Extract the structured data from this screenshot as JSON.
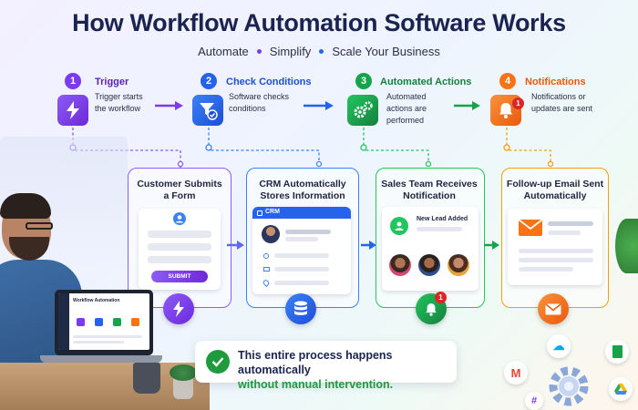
{
  "title": "How Workflow Automation Software Works",
  "subtitle": {
    "items": [
      "Automate",
      "Simplify",
      "Scale Your Business"
    ],
    "dot_colors": [
      "#7c3aed",
      "#2563eb",
      "#16a34a"
    ]
  },
  "steps": [
    {
      "number": "1",
      "title": "Trigger",
      "desc": "Trigger starts the workflow",
      "color": "#7c3aed",
      "icon": "lightning-icon"
    },
    {
      "number": "2",
      "title": "Check Conditions",
      "desc": "Software checks conditions",
      "color": "#2563eb",
      "icon": "filter-check-icon"
    },
    {
      "number": "3",
      "title": "Automated Actions",
      "desc": "Automated actions are performed",
      "color": "#16a34a",
      "icon": "gears-icon"
    },
    {
      "number": "4",
      "title": "Notifications",
      "desc": "Notifications or updates are sent",
      "color": "#f97316",
      "icon": "bell-icon",
      "badge": "1"
    }
  ],
  "cards": [
    {
      "title": "Customer Submits a Form",
      "color": "#8b5cf6",
      "button": "SUBMIT",
      "icon": "lightning-icon"
    },
    {
      "title": "CRM Automatically Stores Information",
      "color": "#3b82f6",
      "header": "CRM",
      "icon": "database-icon"
    },
    {
      "title": "Sales Team Receives Notification",
      "color": "#22c55e",
      "notice": "New Lead Added",
      "icon": "bell-icon",
      "badge": "1"
    },
    {
      "title": "Follow-up Email Sent Automatically",
      "color": "#f59e0b",
      "icon": "email-icon"
    }
  ],
  "banner": {
    "line1": "This entire process happens automatically",
    "line2": "without manual intervention."
  },
  "laptop": {
    "screen_title": "Workflow Automation"
  }
}
